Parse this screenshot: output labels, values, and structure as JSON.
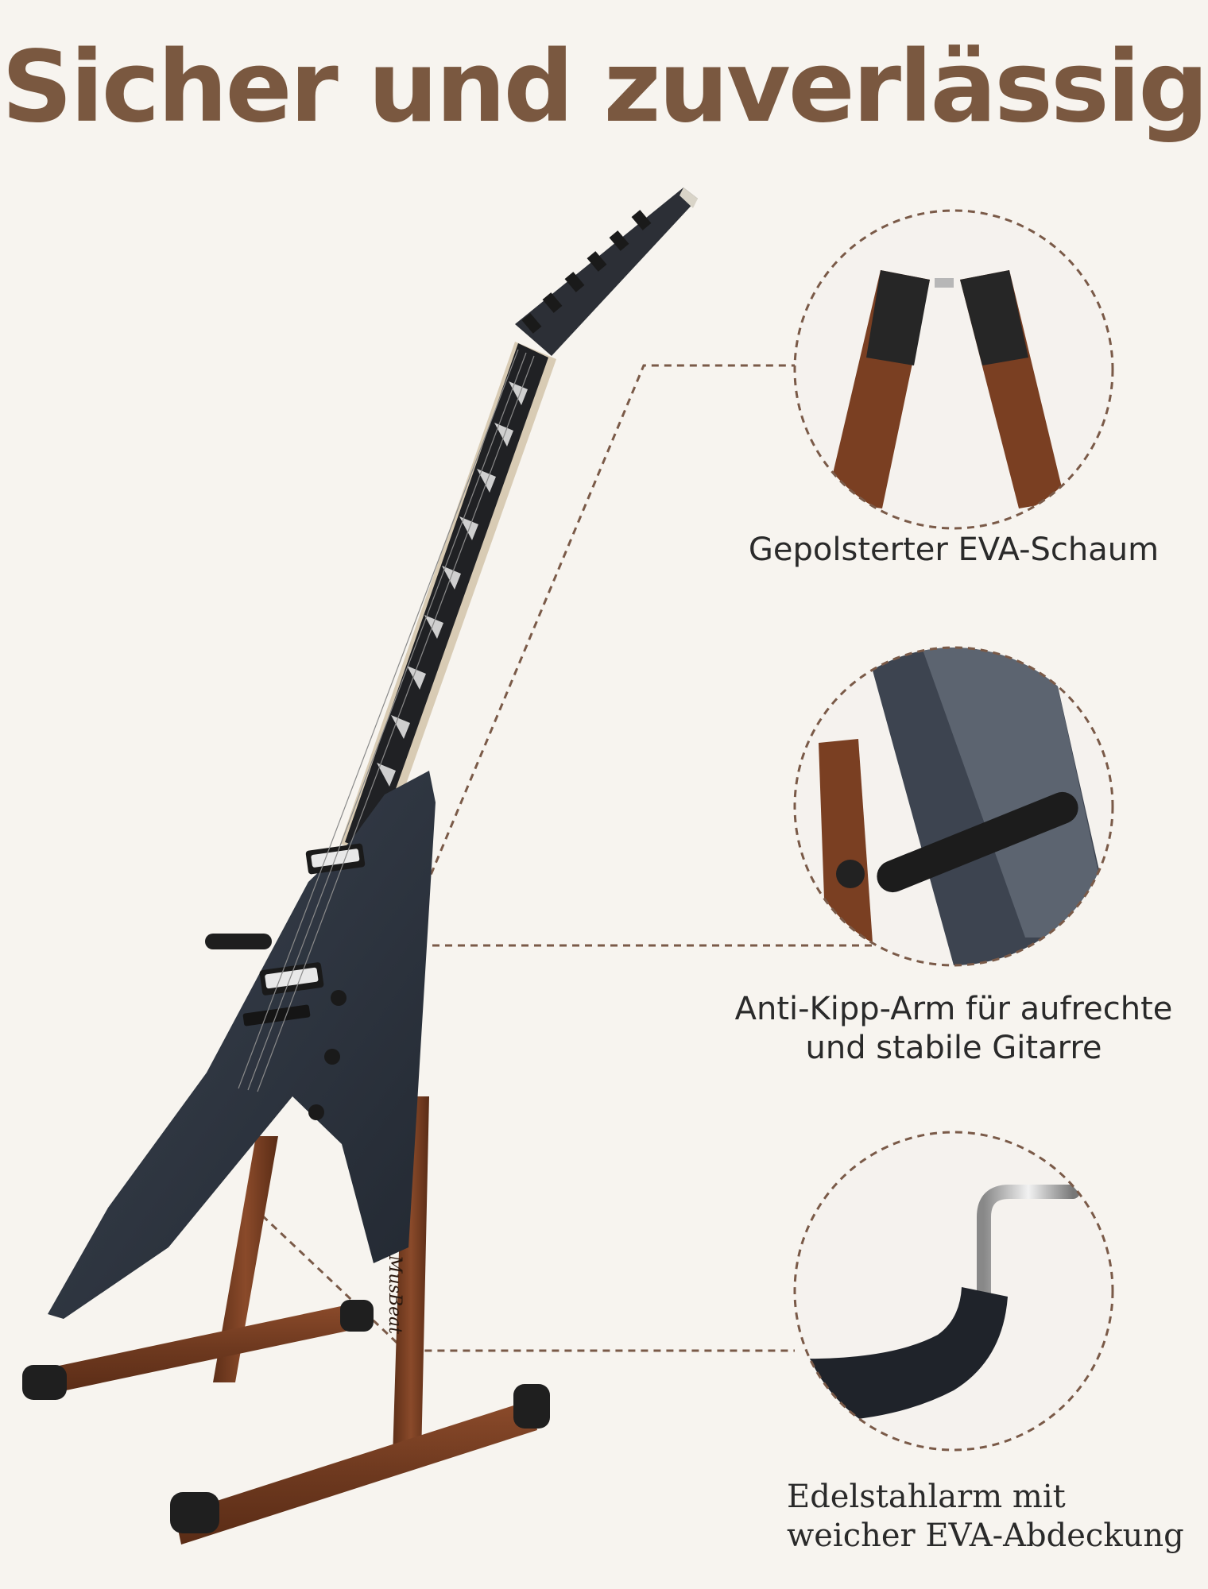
{
  "title": "Sicher und zuverlässig",
  "callouts": [
    {
      "label_lines": [
        "Gepolsterter EVA-Schaum"
      ],
      "icon": "foam-padded-yoke-detail"
    },
    {
      "label_lines": [
        "Anti-Kipp-Arm für aufrechte",
        "und stabile Gitarre"
      ],
      "icon": "anti-tip-arm-detail"
    },
    {
      "label_lines": [
        "Edelstahlarm mit",
        "weicher EVA-Abdeckung"
      ],
      "icon": "stainless-arm-detail"
    }
  ],
  "colors": {
    "background": "#f7f4ef",
    "title": "#7a5840",
    "wood": "#7a3f22",
    "foam": "#2b2b2b",
    "guitar_body": "#2f3540",
    "dashed_line": "#7a5a48"
  }
}
